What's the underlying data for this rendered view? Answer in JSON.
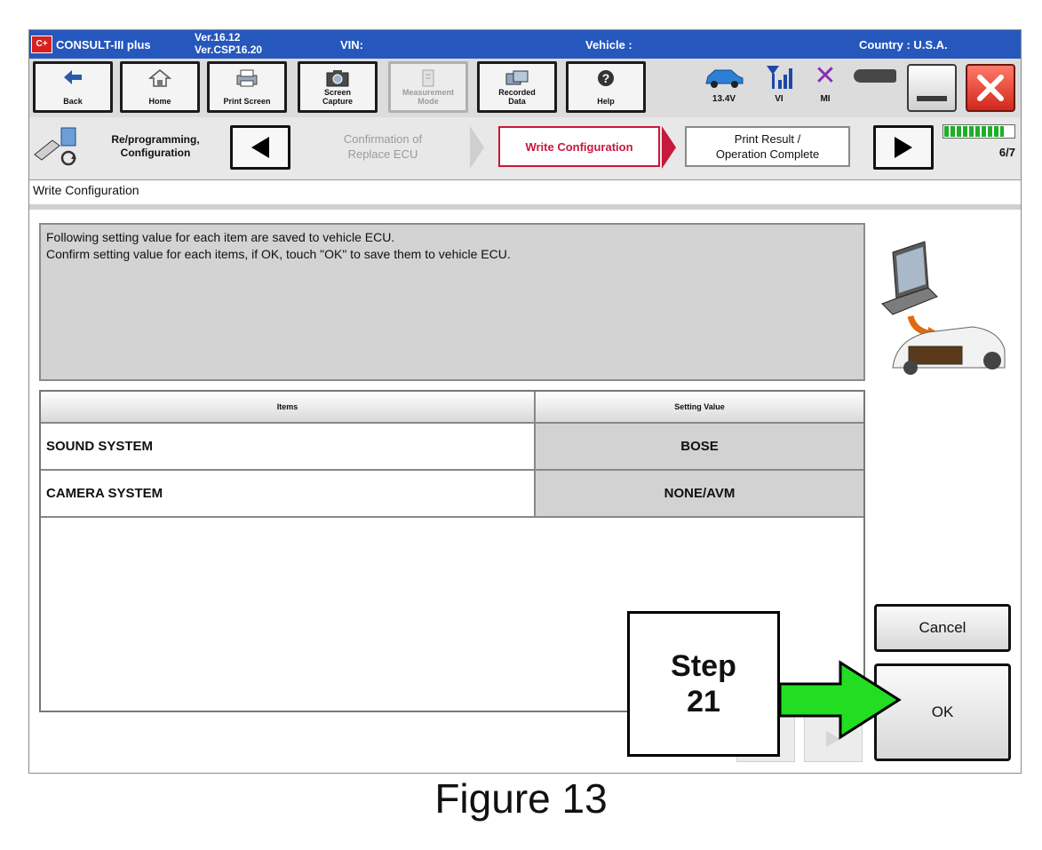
{
  "titlebar": {
    "app_name": "CONSULT-III plus",
    "app_logo": "C+",
    "version_line1": "Ver.16.12",
    "version_line2": "Ver.CSP16.20",
    "vin_label": "VIN:",
    "vehicle_label": "Vehicle :",
    "country_label": "Country : U.S.A."
  },
  "toolbar": {
    "buttons": [
      {
        "label": "Back",
        "icon": "back-arrow-icon"
      },
      {
        "label": "Home",
        "icon": "home-icon"
      },
      {
        "label": "Print Screen",
        "icon": "printer-icon"
      },
      {
        "label": "Screen\nCapture",
        "icon": "camera-icon"
      },
      {
        "label": "Measurement\nMode",
        "icon": "measurement-icon",
        "disabled": true
      },
      {
        "label": "Recorded\nData",
        "icon": "recorded-data-icon"
      },
      {
        "label": "Help",
        "icon": "help-icon"
      }
    ],
    "voltage": "13.4V",
    "vi_label": "VI",
    "mi_label": "MI"
  },
  "stepbar": {
    "mode_label": "Re/programming,\nConfiguration",
    "steps": [
      {
        "label": "Confirmation of\nReplace ECU",
        "state": "done"
      },
      {
        "label": "Write Configuration",
        "state": "active"
      },
      {
        "label": "Print Result /\nOperation Complete",
        "state": "pending"
      }
    ],
    "progress_text": "6/7",
    "progress_fraction": 0.857
  },
  "section": {
    "title": "Write Configuration"
  },
  "message": {
    "line1": "Following setting value for each item are saved to vehicle ECU.",
    "line2": "Confirm setting value for each items, if OK, touch \"OK\" to save them to vehicle ECU."
  },
  "table": {
    "headers": [
      "Items",
      "Setting Value"
    ],
    "rows": [
      {
        "item": "SOUND SYSTEM",
        "value": "BOSE"
      },
      {
        "item": "CAMERA SYSTEM",
        "value": "NONE/AVM"
      }
    ]
  },
  "actions": {
    "cancel_label": "Cancel",
    "ok_label": "OK"
  },
  "callout": {
    "text": "Step\n21",
    "arrow_color": "#22dd22"
  },
  "caption": "Figure 13",
  "colors": {
    "titlebar": "#2657bd",
    "active_step_border": "#c8183c",
    "active_step_text": "#c8183c",
    "battery_green": "#1fae2a"
  }
}
